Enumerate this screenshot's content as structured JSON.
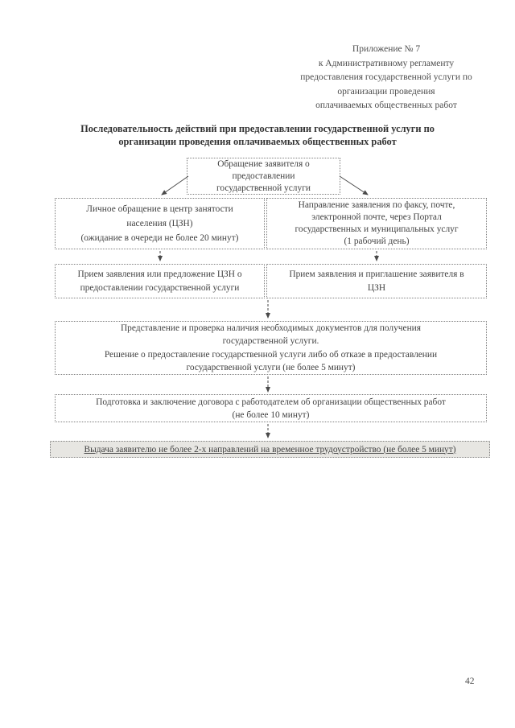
{
  "document": {
    "appendix": {
      "lines": [
        "Приложение № 7",
        "к Административному регламенту",
        "предоставления государственной услуги по",
        "организации проведения",
        "оплачиваемых общественных работ"
      ]
    },
    "title": {
      "lines": [
        "Последовательность действий при предоставлении государственной услуги по",
        "организации проведения оплачиваемых общественных работ"
      ]
    },
    "flowchart": {
      "boxes": [
        {
          "id": "applicant-request",
          "lines": [
            "Обращение заявителя о",
            "предоставлении",
            "государственной услуги"
          ]
        },
        {
          "id": "personal-visit",
          "lines": [
            "Личное обращение в центр занятости",
            "населения (ЦЗН)",
            "(ожидание в очереди не более 20 минут)"
          ]
        },
        {
          "id": "remote-submission",
          "lines": [
            "Направление заявления по факсу, почте,",
            "электронной почте, через Портал",
            "государственных и муниципальных услуг",
            "(1 рабочий день)"
          ]
        },
        {
          "id": "reception-or-offer",
          "lines": [
            "Прием заявления или предложение ЦЗН о",
            "предоставлении государственной услуги"
          ]
        },
        {
          "id": "reception-invitation",
          "lines": [
            "Прием заявления и приглашение заявителя в",
            "ЦЗН"
          ]
        },
        {
          "id": "documents-check-decision",
          "lines": [
            "Представление и проверка наличия необходимых документов для получения",
            "государственной услуги.",
            "Решение о предоставление государственной услуги либо об отказе в предоставлении",
            "государственной услуги (не более 5 минут)"
          ]
        },
        {
          "id": "contract-preparation",
          "lines": [
            "Подготовка и заключение договора с работодателем об организации общественных работ",
            "(не более 10 минут)"
          ]
        },
        {
          "id": "referrals-issue",
          "lines": [
            "Выдача заявителю не более 2-х направлений на временное трудоустройство (не более 5 минут)"
          ]
        }
      ]
    },
    "page_number": "42"
  },
  "colors": {
    "text": "#424242",
    "box_border": "#7e7e7e",
    "arrow": "#4a4a4a",
    "final_box_background": "#e7e6e2",
    "page_background": "#ffffff"
  }
}
